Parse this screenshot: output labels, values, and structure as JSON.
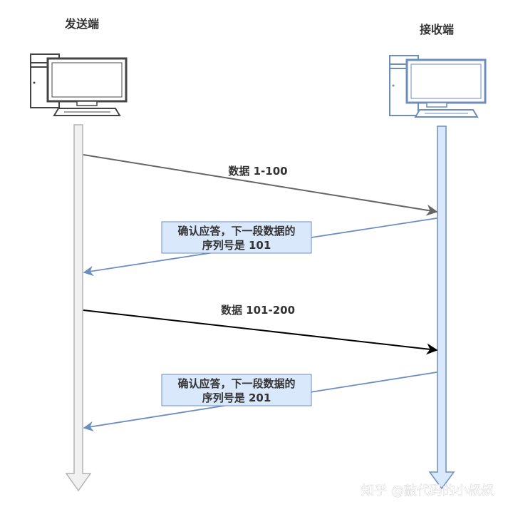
{
  "sender": {
    "label": "发送端",
    "color": "#444444",
    "fill": "#ffffff",
    "lifeline_fill": "#f1f1f1",
    "lifeline_stroke": "#b3b3b3"
  },
  "receiver": {
    "label": "接收端",
    "color": "#6c8ebf",
    "fill": "#ffffff",
    "lifeline_fill": "#dae8fc",
    "lifeline_stroke": "#6c8ebf"
  },
  "messages": [
    {
      "label": "数据 1-100",
      "color": "#666666"
    },
    {
      "label": "数据 101-200",
      "color": "#000000"
    }
  ],
  "acks": [
    {
      "line1": "确认应答，下一段数据的",
      "line2": "序列号是 101",
      "color": "#6c8ebf",
      "box_fill": "#dae8fc",
      "box_stroke": "#6c8ebf"
    },
    {
      "line1": "确认应答，下一段数据的",
      "line2": "序列号是 201",
      "color": "#6c8ebf",
      "box_fill": "#dae8fc",
      "box_stroke": "#6c8ebf"
    }
  ],
  "watermark": "知乎 @敲代码的小叔叔"
}
